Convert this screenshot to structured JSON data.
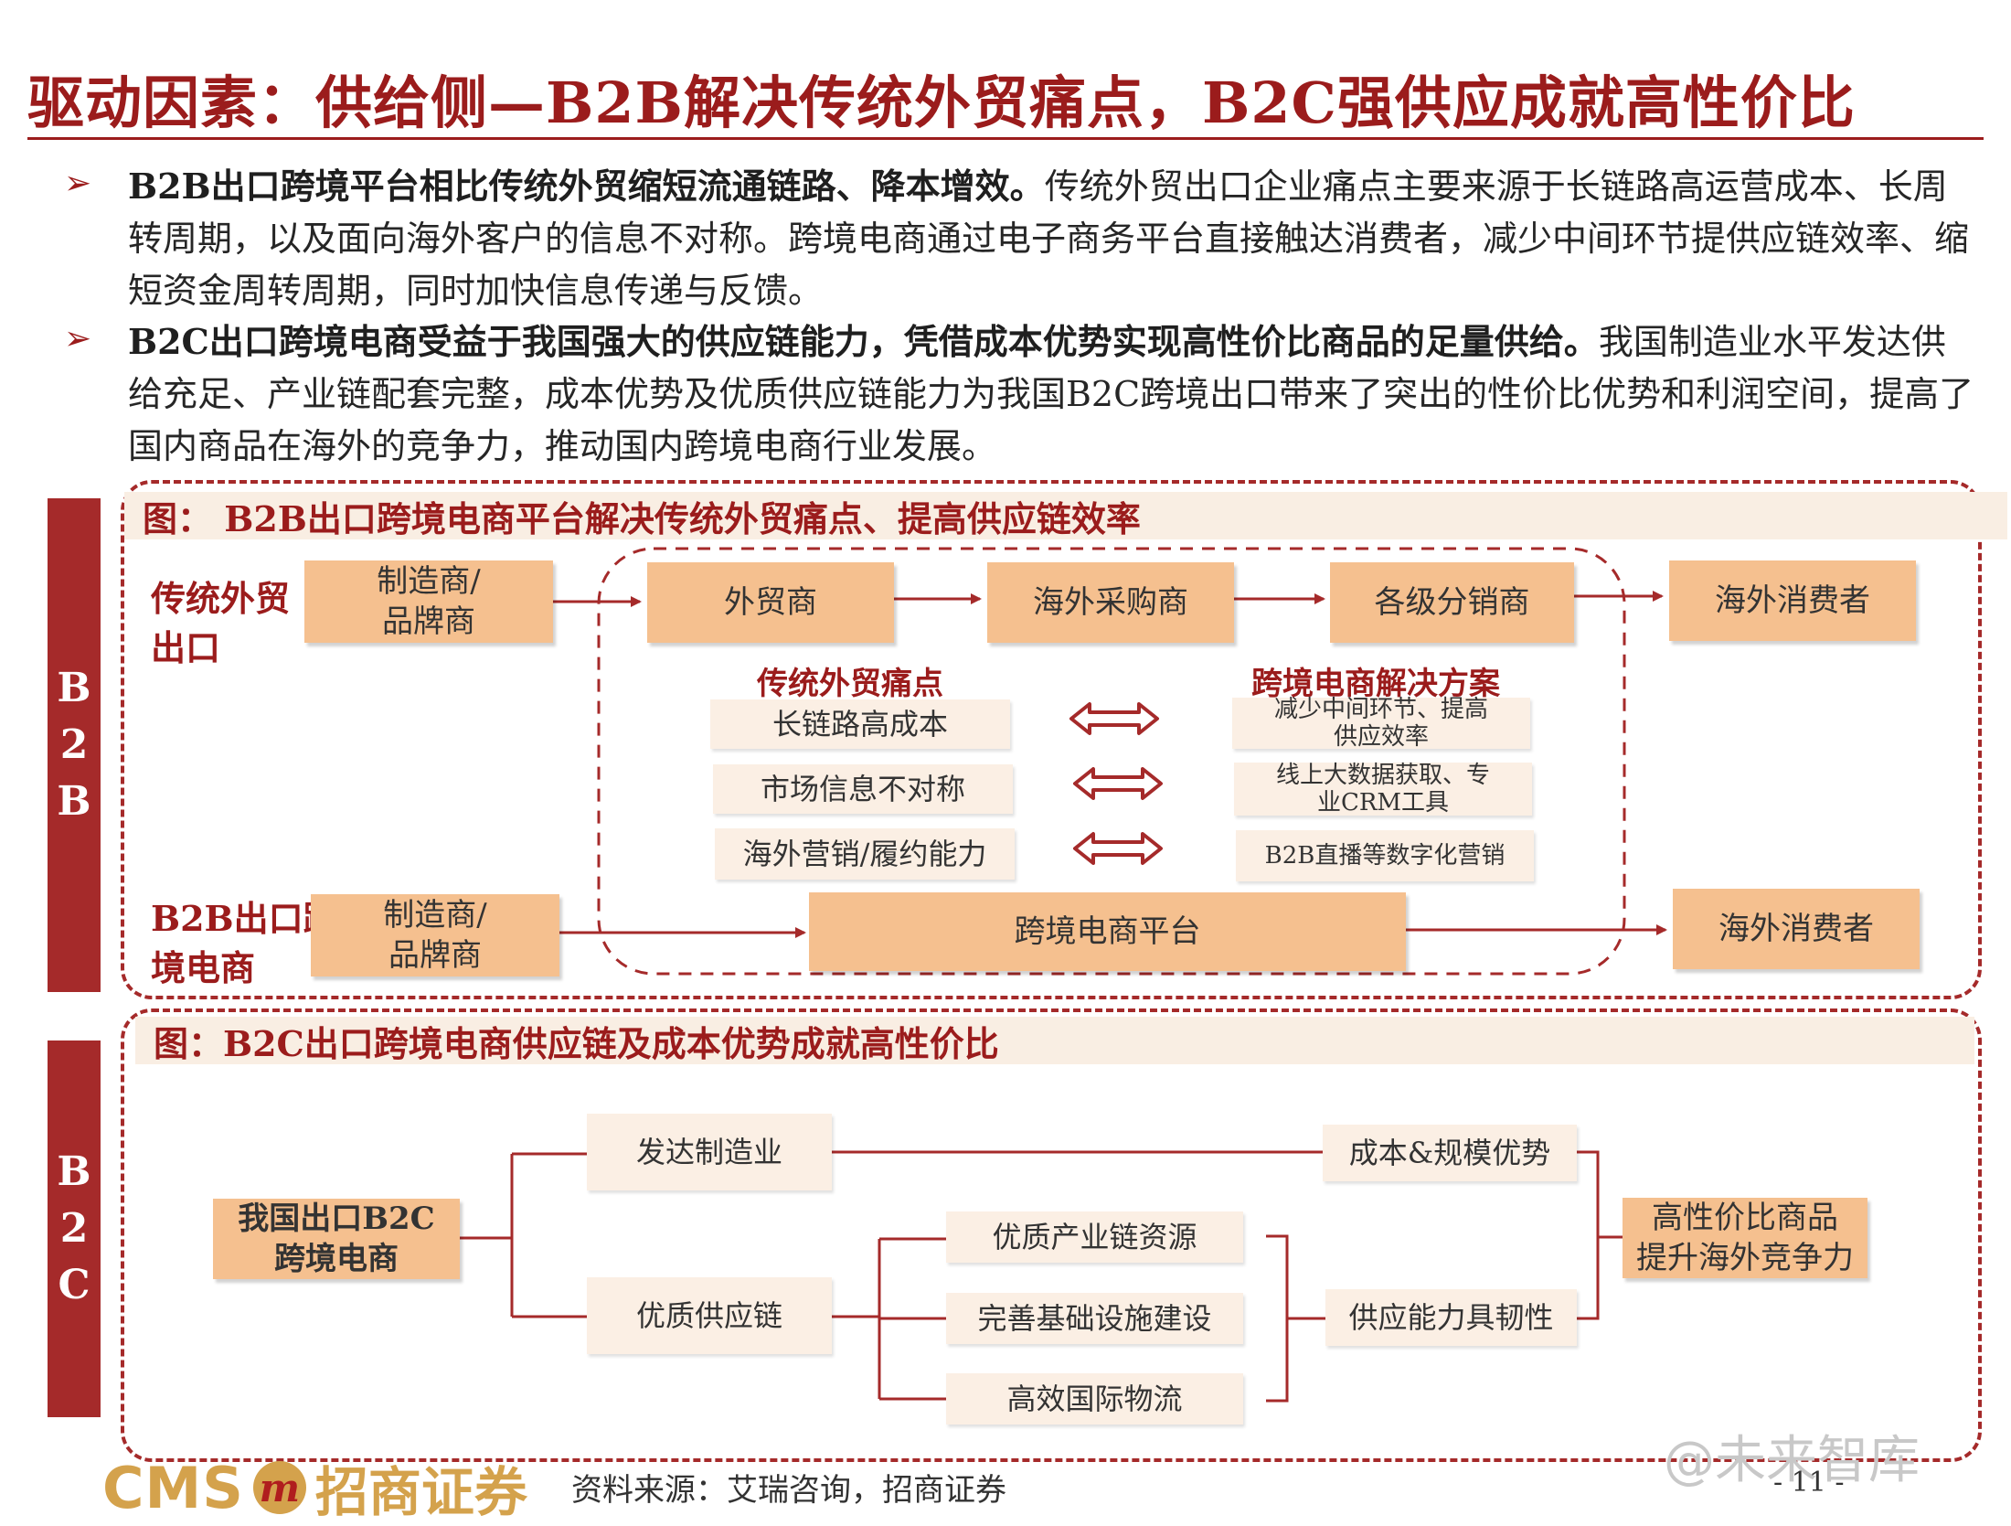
{
  "title": "驱动因素：供给侧—B2B解决传统外贸痛点，B2C强供应成就高性价比",
  "bullets": [
    {
      "bold": "B2B出口跨境平台相比传统外贸缩短流通链路、降本增效。",
      "text": "传统外贸出口企业痛点主要来源于长链路高运营成本、长周转周期，以及面向海外客户的信息不对称。跨境电商通过电子商务平台直接触达消费者，减少中间环节提供应链效率、缩短资金周转周期，同时加快信息传递与反馈。"
    },
    {
      "bold": "B2C出口跨境电商受益于我国强大的供应链能力，凭借成本优势实现高性价比商品的足量供给。",
      "text": "我国制造业水平发达供给充足、产业链配套完整，成本优势及优质供应链能力为我国B2C跨境出口带来了突出的性价比优势和利润空间，提高了国内商品在海外的竞争力，推动国内跨境电商行业发展。"
    }
  ],
  "b2b": {
    "side_label": [
      "B",
      "2",
      "B"
    ],
    "caption": "图： B2B出口跨境电商平台解决传统外贸痛点、提高供应链效率",
    "traditional_label": [
      "传统外贸",
      "出口"
    ],
    "traditional_chain": {
      "maker": [
        "制造商/",
        "品牌商"
      ],
      "trader": "外贸商",
      "buyer": "海外采购商",
      "distributor": "各级分销商",
      "consumer": "海外消费者"
    },
    "pain_header": "传统外贸痛点",
    "solution_header": "跨境电商解决方案",
    "pain_points": [
      "长链路高成本",
      "市场信息不对称",
      "海外营销/履约能力"
    ],
    "solutions": [
      [
        "减少中间环节、提高",
        "供应效率"
      ],
      [
        "线上大数据获取、专",
        "业CRM工具"
      ],
      [
        "B2B直播等数字化营销"
      ]
    ],
    "crossborder_label": [
      "B2B出口跨",
      "境电商"
    ],
    "crossborder_chain": {
      "maker": [
        "制造商/",
        "品牌商"
      ],
      "platform": "跨境电商平台",
      "consumer": "海外消费者"
    }
  },
  "b2c": {
    "side_label": [
      "B",
      "2",
      "C"
    ],
    "caption": "图：B2C出口跨境电商供应链及成本优势成就高性价比",
    "root": [
      "我国出口B2C",
      "跨境电商"
    ],
    "manufacturing": "发达制造业",
    "supply_chain": "优质供应链",
    "sub_items": [
      "优质产业链资源",
      "完善基础设施建设",
      "高效国际物流"
    ],
    "cost_advantage": "成本&规模优势",
    "resilience": "供应能力具韧性",
    "outcome": [
      "高性价比商品",
      "提升海外竞争力"
    ]
  },
  "footer": {
    "logo_latin": "CMS",
    "logo_mark": "m",
    "logo_chinese": "招商证券",
    "source": "资料来源：艾瑞咨询，招商证券",
    "page": "- 11 -",
    "watermark": "@未来智库"
  },
  "colors": {
    "accent": "#9b1c1c",
    "box_fill": "#f5c08f",
    "light_box_fill": "#fbefe4",
    "caption_fill": "#f9eee3",
    "logo": "#d4a24c"
  }
}
